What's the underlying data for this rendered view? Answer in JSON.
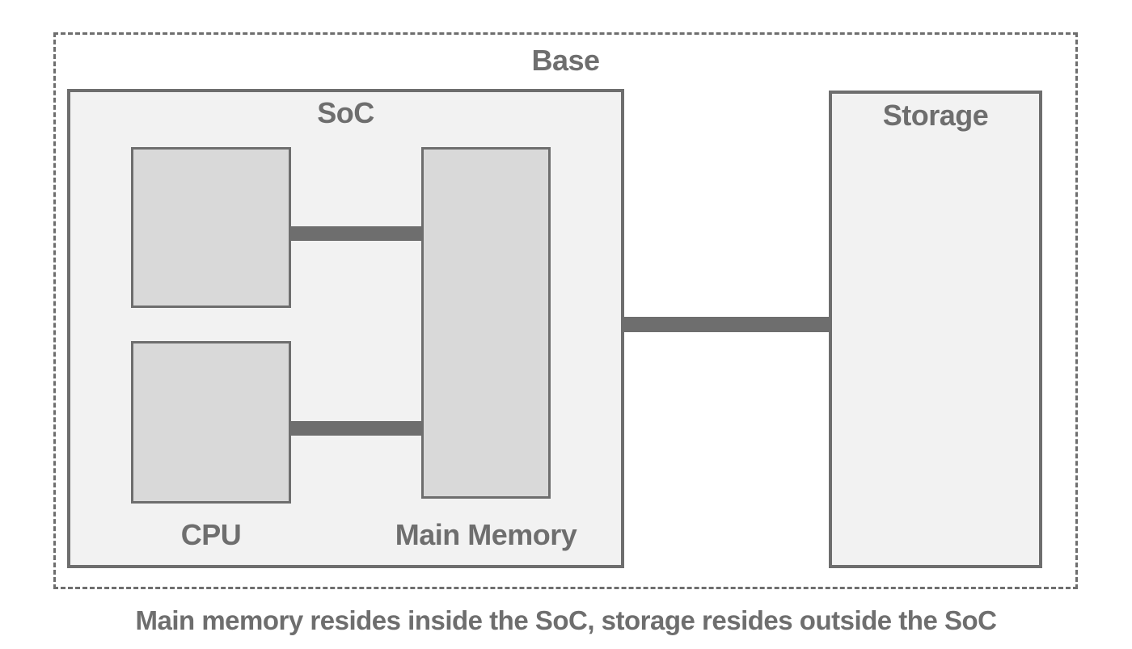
{
  "diagram": {
    "base": {
      "label": "Base"
    },
    "soc": {
      "label": "SoC"
    },
    "blocks": {
      "unlabeled": {
        "label": ""
      },
      "cpu": {
        "label": "CPU"
      },
      "main_memory": {
        "label": "Main Memory"
      },
      "storage": {
        "label": "Storage"
      }
    },
    "connectors": [
      {
        "name": "top-block-to-main-memory"
      },
      {
        "name": "cpu-to-main-memory"
      },
      {
        "name": "soc-to-storage"
      }
    ],
    "caption": "Main memory resides inside the SoC, storage resides outside the SoC",
    "colors": {
      "background": "#ffffff",
      "border": "#6e6e6e",
      "connector": "#6e6e6e",
      "box_fill": "#f2f2f2",
      "block_fill": "#d9d9d9",
      "text": "#6e6e6e"
    }
  }
}
